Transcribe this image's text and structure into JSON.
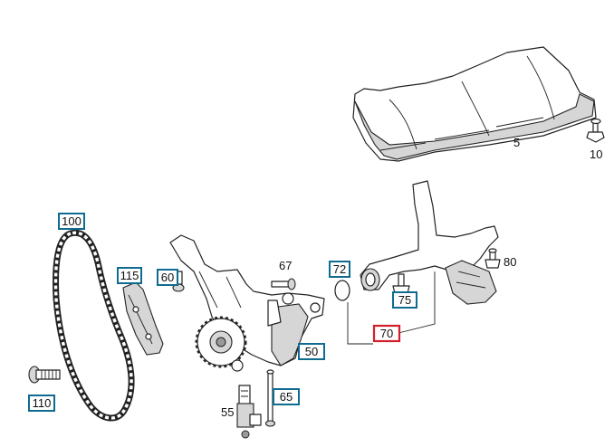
{
  "callouts": [
    {
      "id": "5",
      "text": "5",
      "boxed": false,
      "highlight": false
    },
    {
      "id": "10",
      "text": "10",
      "boxed": false,
      "highlight": false
    },
    {
      "id": "100",
      "text": "100",
      "boxed": true,
      "highlight": false
    },
    {
      "id": "115",
      "text": "115",
      "boxed": true,
      "highlight": false
    },
    {
      "id": "60",
      "text": "60",
      "boxed": true,
      "highlight": false
    },
    {
      "id": "67",
      "text": "67",
      "boxed": false,
      "highlight": false
    },
    {
      "id": "72",
      "text": "72",
      "boxed": true,
      "highlight": false
    },
    {
      "id": "80",
      "text": "80",
      "boxed": false,
      "highlight": false
    },
    {
      "id": "75",
      "text": "75",
      "boxed": true,
      "highlight": false
    },
    {
      "id": "70",
      "text": "70",
      "boxed": true,
      "highlight": true
    },
    {
      "id": "50",
      "text": "50",
      "boxed": true,
      "highlight": false
    },
    {
      "id": "65",
      "text": "65",
      "boxed": true,
      "highlight": false
    },
    {
      "id": "55",
      "text": "55",
      "boxed": false,
      "highlight": false
    },
    {
      "id": "110",
      "text": "110",
      "boxed": true,
      "highlight": false
    }
  ],
  "colors": {
    "box_border": "#0f6b8f",
    "highlight_border": "#d21f2b",
    "line": "#222222",
    "shade": "#d6d6d6"
  }
}
